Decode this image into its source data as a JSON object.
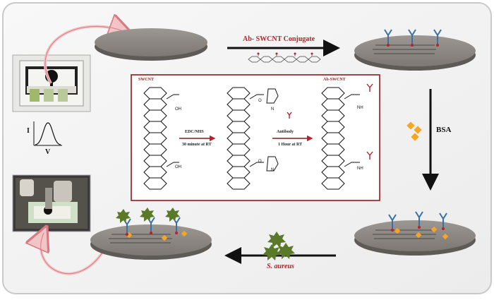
{
  "labels": {
    "ab_swcnt_conjugate": "Ab- SWCNT Conjugate",
    "bsa": "BSA",
    "s_aureus": "S. aureus",
    "swcnt": "SWCNT",
    "ab_swcnt": "Ab-SWCNT",
    "edc_nhs": "EDC/NHS",
    "thirty_min": "30 minute at RT",
    "antibody": "Antibody",
    "one_hour": "1 Hour at RT",
    "axis_i": "I",
    "axis_v": "V",
    "oh_top": "OH",
    "oh_bottom": "OH",
    "o_top": "O",
    "o_bottom": "O",
    "n_top": "N",
    "n_bottom": "N",
    "nh_top": "NH",
    "nh_bottom": "NH"
  },
  "colors": {
    "panel_bg": "#f5f5f5",
    "accent_red": "#b8202a",
    "disc_fill": "#8a8580",
    "bsa_diamond": "#f5a623",
    "bacteria_green": "#5a7a2a",
    "antibody_blue": "#3b6fa8",
    "curved_arrow": "#e87a82"
  },
  "icons": [
    "electrode-photo",
    "electrode-photo-hand",
    "peak-curve-icon",
    "antibody-icon",
    "bsa-diamond-icon",
    "bacteria-star-icon"
  ]
}
